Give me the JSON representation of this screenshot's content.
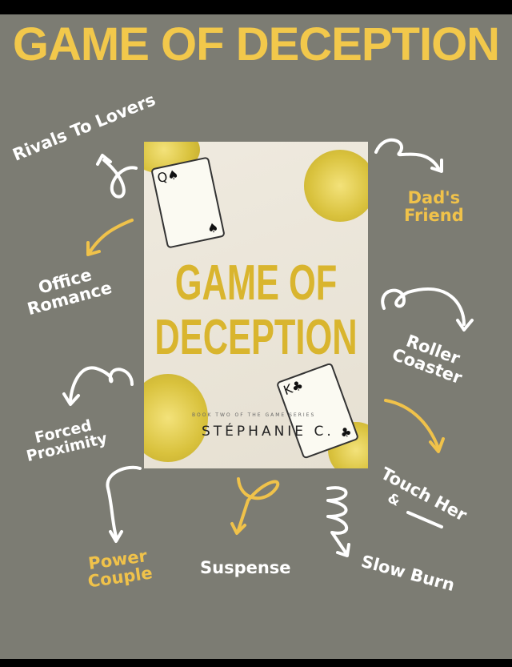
{
  "title": "GAME OF DECEPTION",
  "book": {
    "title_line1": "GAME OF",
    "title_line2": "DECEPTION",
    "series": "BOOK TWO OF THE GAME SERIES",
    "author": "STÉPHANIE C."
  },
  "tropes": {
    "rivals": "Rivals To Lovers",
    "office_1": "Office",
    "office_2": "Romance",
    "forced_1": "Forced",
    "forced_2": "Proximity",
    "power_1": "Power",
    "power_2": "Couple",
    "suspense": "Suspense",
    "slow": "Slow Burn",
    "touch_1": "Touch Her",
    "touch_2": "&",
    "roller_1": "Roller",
    "roller_2": "Coaster",
    "dad_1": "Dad's",
    "dad_2": "Friend"
  },
  "colors": {
    "background": "#7c7c73",
    "accent": "#f2c84b",
    "text": "#ffffff"
  }
}
